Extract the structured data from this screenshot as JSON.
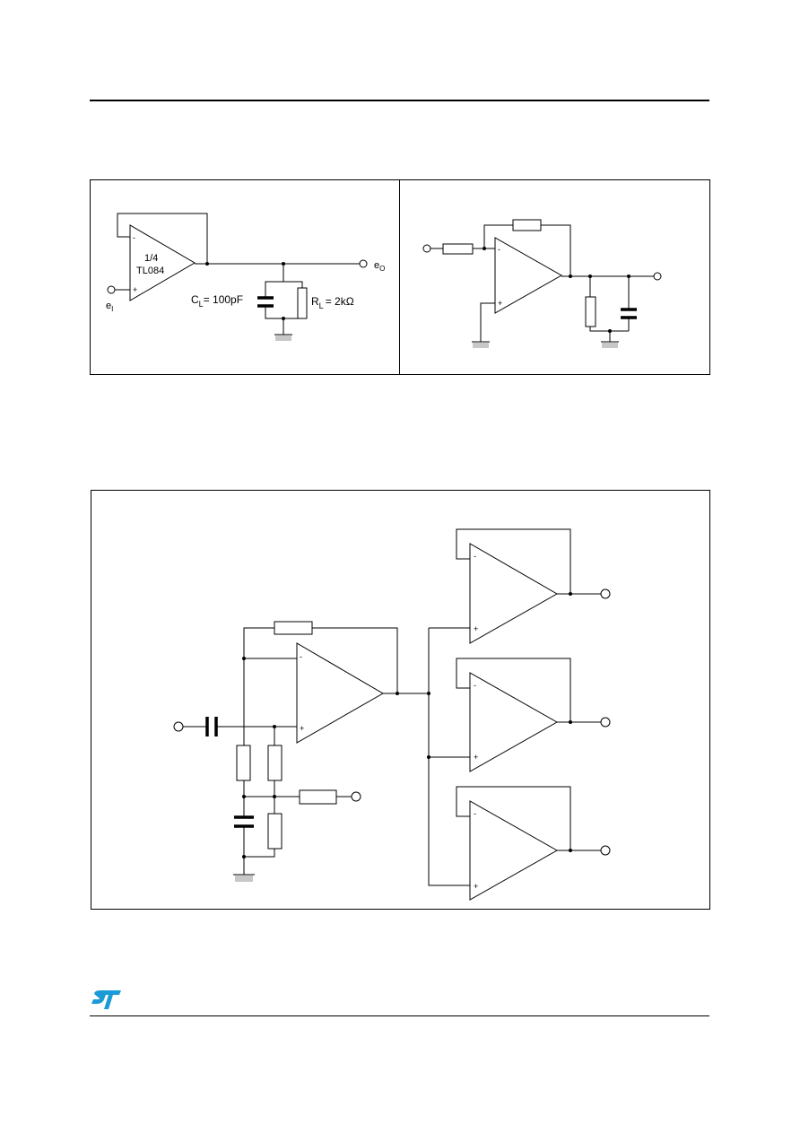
{
  "figure1": {
    "opamp_fraction": "1/4",
    "opamp_part": "TL084",
    "output_label": "e",
    "output_sub": "O",
    "input_label": "e",
    "input_sub": "I",
    "cl_label": "C",
    "cl_sub": "L",
    "cl_value": "= 100pF",
    "rl_label": "R",
    "rl_sub": "L",
    "rl_value": "= 2kΩ",
    "minus_sign": "-",
    "plus_sign": "+"
  },
  "figure2": {
    "minus_sign": "-",
    "plus_sign": "+"
  },
  "figure3": {
    "minus_sign": "-",
    "plus_sign": "+"
  },
  "logo": {
    "color": "#1a9ad6",
    "icon": "st-logo-icon"
  }
}
